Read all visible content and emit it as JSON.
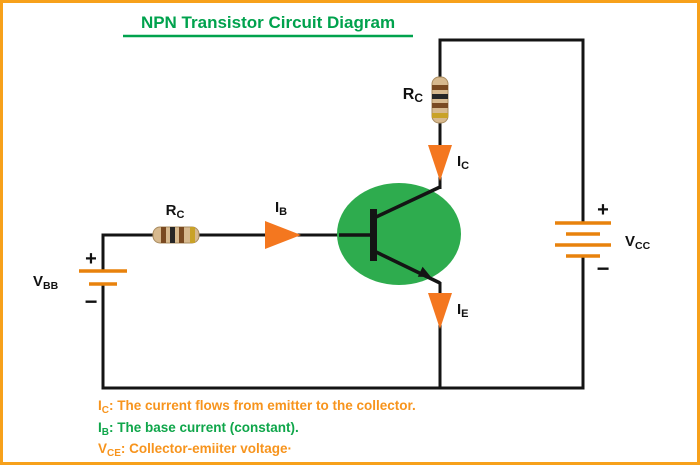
{
  "title": {
    "text": "NPN Transistor Circuit Diagram"
  },
  "colors": {
    "border": "#F7A11B",
    "title": "#00A24D",
    "wire": "#141414",
    "transistor_body": "#2EAC4E",
    "arrow": "#F4771F",
    "battery_plate": "#E8820C",
    "resistor_body": "#D7B98E",
    "note_orange": "#F7941D",
    "note_green": "#0FA64A"
  },
  "components": {
    "resistor_left": {
      "label_main": "R",
      "label_sub": "C"
    },
    "resistor_top": {
      "label_main": "R",
      "label_sub": "C"
    },
    "base_current": {
      "label_main": "I",
      "label_sub": "B"
    },
    "collector_current": {
      "label_main": "I",
      "label_sub": "C"
    },
    "emitter_current": {
      "label_main": "I",
      "label_sub": "E"
    },
    "source_left": {
      "label_main": "V",
      "label_sub": "BB",
      "plus": "+",
      "minus": "−"
    },
    "source_right": {
      "label_main": "V",
      "label_sub": "CC",
      "plus": "+",
      "minus": "−"
    }
  },
  "notes": [
    {
      "main": "I",
      "sub": "C",
      "rest": ": The current flows from emitter to the collector.",
      "color": "#F7941D"
    },
    {
      "main": "I",
      "sub": "B",
      "rest": ": The base current (constant).",
      "color": "#0FA64A"
    },
    {
      "main": "V",
      "sub": "CE",
      "rest": ": Collector-emiiter voltage·",
      "color": "#F7941D"
    }
  ]
}
